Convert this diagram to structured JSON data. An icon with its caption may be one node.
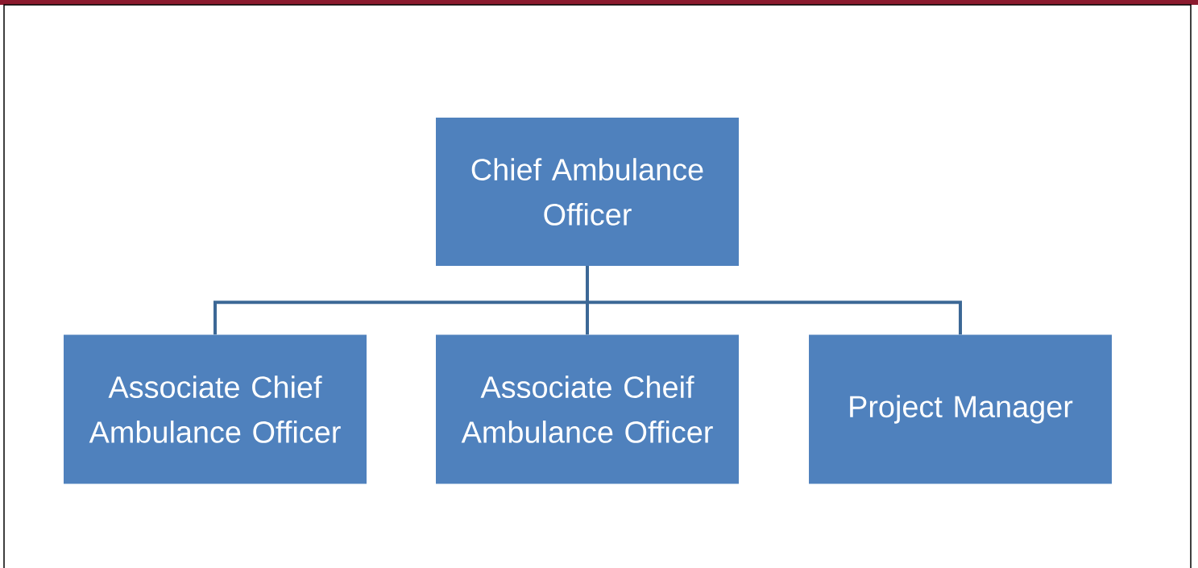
{
  "diagram": {
    "nodes": [
      {
        "text": [
          "Chief Ambulance Officer"
        ]
      },
      {
        "text": [
          "Associate Chief Ambulance Officer"
        ]
      },
      {
        "text": [
          "Associate Cheif Ambulance Officer"
        ]
      },
      {
        "text": [
          "Project Manager"
        ]
      }
    ],
    "edges": [
      {
        "from": 0,
        "to": 1,
        "arrow": "none"
      },
      {
        "from": 0,
        "to": 2,
        "arrow": "none"
      },
      {
        "from": 0,
        "to": 3,
        "arrow": "none"
      }
    ]
  }
}
